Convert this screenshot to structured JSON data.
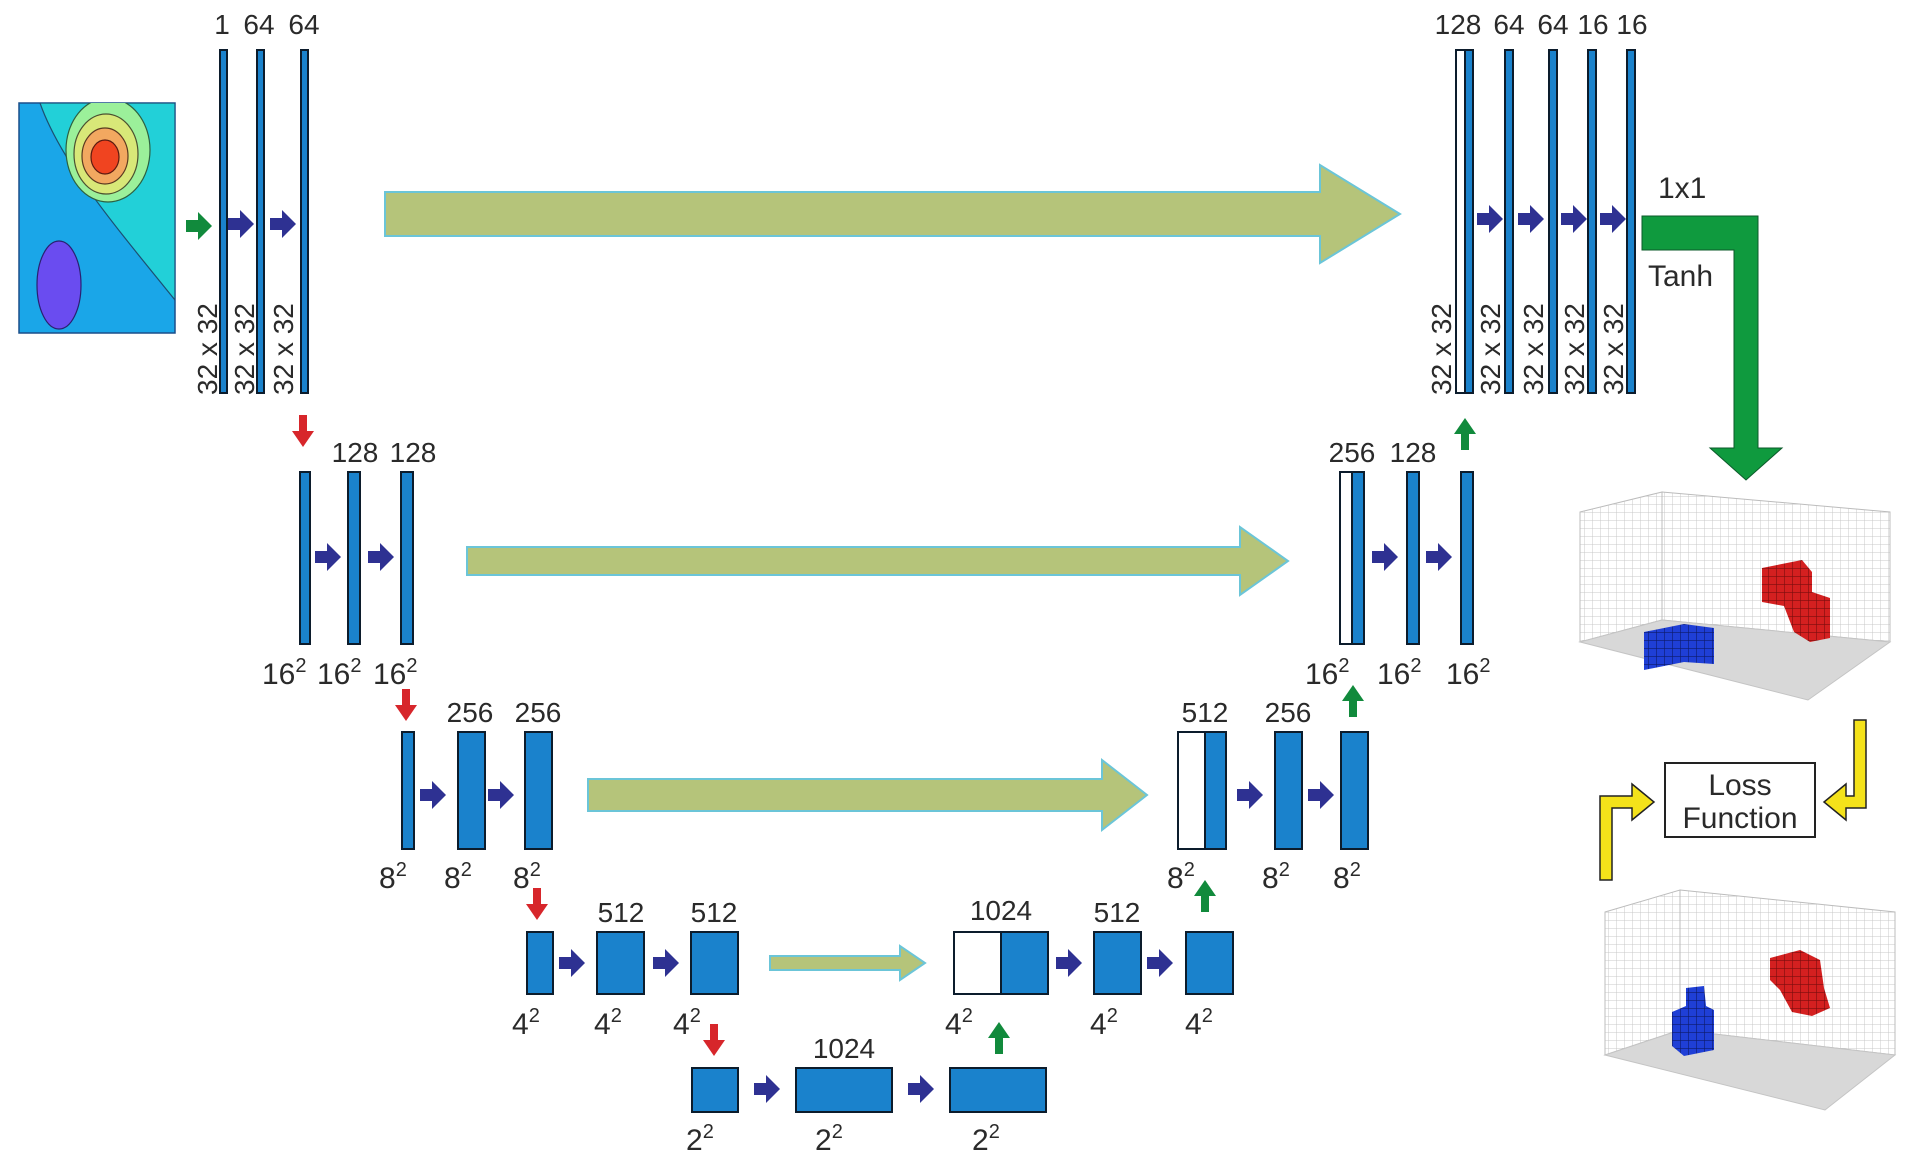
{
  "labels": {
    "c1": "1",
    "c2": "64",
    "c3": "64",
    "s1": "32 x 32",
    "s2": "32 x 32",
    "s3": "32 x 32",
    "l2c1": "128",
    "l2c2": "128",
    "l2s": "16",
    "sup": "2",
    "l3c1": "256",
    "l3c2": "256",
    "l3s": "8",
    "l4c1": "512",
    "l4c2": "512",
    "l4s": "4",
    "l5c1": "1024",
    "l5s": "2",
    "u5c": "1024",
    "u5c2": "512",
    "u4c1": "512",
    "u4c2": "256",
    "u3c1": "256",
    "u3c2": "128",
    "u1c1": "128",
    "u1c2": "64",
    "u1c3": "64",
    "u1c4": "16",
    "u1c5": "16",
    "conv1x1": "1x1",
    "tanh": "Tanh",
    "loss_line1": "Loss",
    "loss_line2": "Function"
  },
  "colors": {
    "feature_map": "#1a82cc",
    "conv_arrow": "#2e3192",
    "pool_arrow": "#d7262b",
    "up_arrow": "#118a3c",
    "skip_arrow": "#b5c47a",
    "skip_outline": "#6bc5d8",
    "output_arrow": "#0f9a3e",
    "loss_arrow": "#f4e21a"
  }
}
